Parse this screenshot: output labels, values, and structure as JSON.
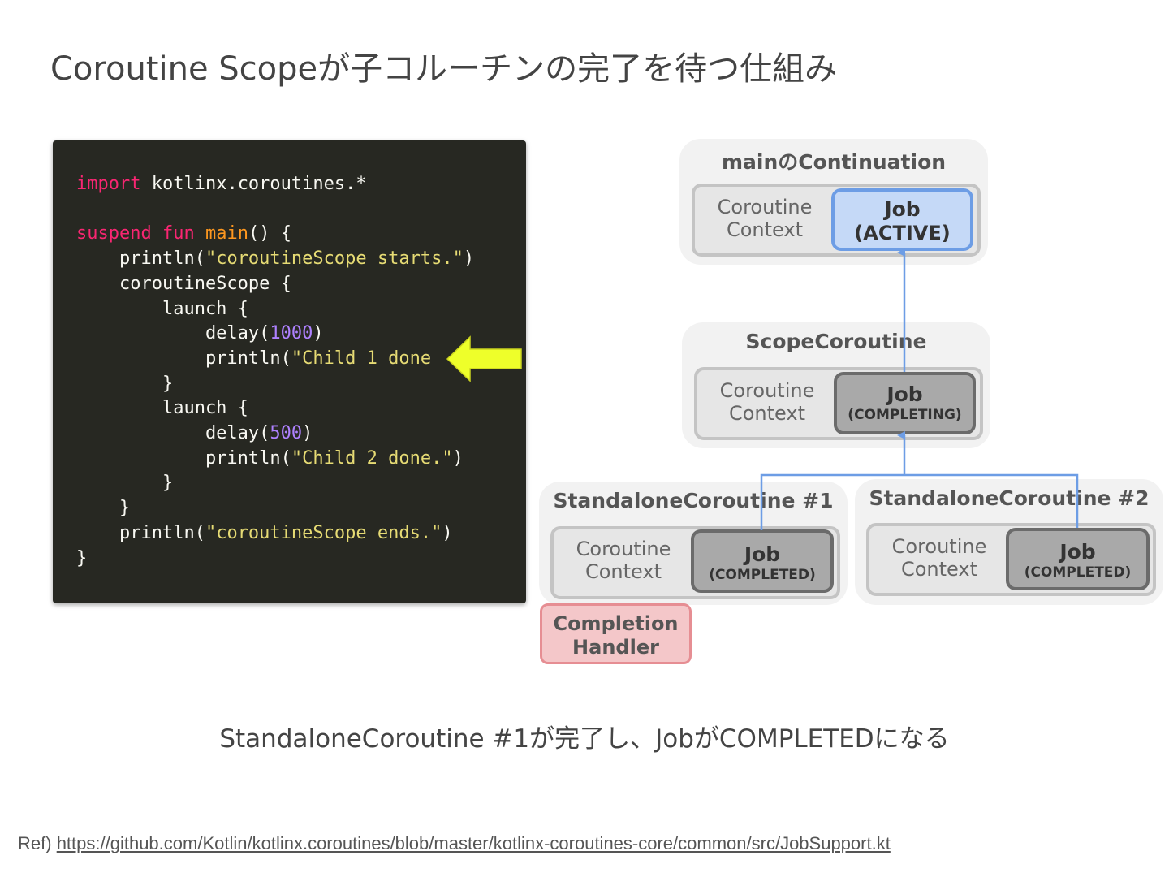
{
  "title": "Coroutine Scopeが子コルーチンの完了を待つ仕組み",
  "code": {
    "line1_kw": "import",
    "line1_rest": " kotlinx.coroutines.*",
    "line3_kw1": "suspend",
    "line3_kw2": "fun",
    "line3_fn": "main",
    "line3_rest": "() {",
    "line4_pre": "    println(",
    "line4_str": "\"coroutineScope starts.\"",
    "line4_post": ")",
    "line5": "    coroutineScope {",
    "line6": "        launch {",
    "line7_pre": "            delay(",
    "line7_num": "1000",
    "line7_post": ")",
    "line8_pre": "            println(",
    "line8_str": "\"Child 1 done",
    "line9": "        }",
    "line10": "        launch {",
    "line11_pre": "            delay(",
    "line11_num": "500",
    "line11_post": ")",
    "line12_pre": "            println(",
    "line12_str": "\"Child 2 done.\"",
    "line12_post": ")",
    "line13": "        }",
    "line14": "    }",
    "line15_pre": "    println(",
    "line15_str": "\"coroutineScope ends.\"",
    "line15_post": ")",
    "line16": "}"
  },
  "diagram": {
    "main": {
      "title": "mainのContinuation",
      "context": "Coroutine\nContext",
      "job": "Job",
      "state": "(ACTIVE)"
    },
    "scope": {
      "title": "ScopeCoroutine",
      "context": "Coroutine\nContext",
      "job": "Job",
      "state": "(COMPLETING)"
    },
    "child1": {
      "title": "StandaloneCoroutine #1",
      "context": "Coroutine\nContext",
      "job": "Job",
      "state": "(COMPLETED)"
    },
    "child2": {
      "title": "StandaloneCoroutine #2",
      "context": "Coroutine\nContext",
      "job": "Job",
      "state": "(COMPLETED)"
    },
    "handler": "Completion\nHandler"
  },
  "caption": "StandaloneCoroutine #1が完了し、JobがCOMPLETEDになる",
  "ref": {
    "prefix": "Ref) ",
    "url": "https://github.com/Kotlin/kotlinx.coroutines/blob/master/kotlinx-coroutines-core/common/src/JobSupport.kt"
  },
  "colors": {
    "code_bg": "#272822",
    "keyword": "#f92672",
    "function": "#fd971f",
    "string": "#e6db74",
    "number": "#ae81ff",
    "arrow": "#eeff2a",
    "active_job": "#c5d9f7",
    "connector": "#6d9de5",
    "handler": "#f4c7c9"
  }
}
